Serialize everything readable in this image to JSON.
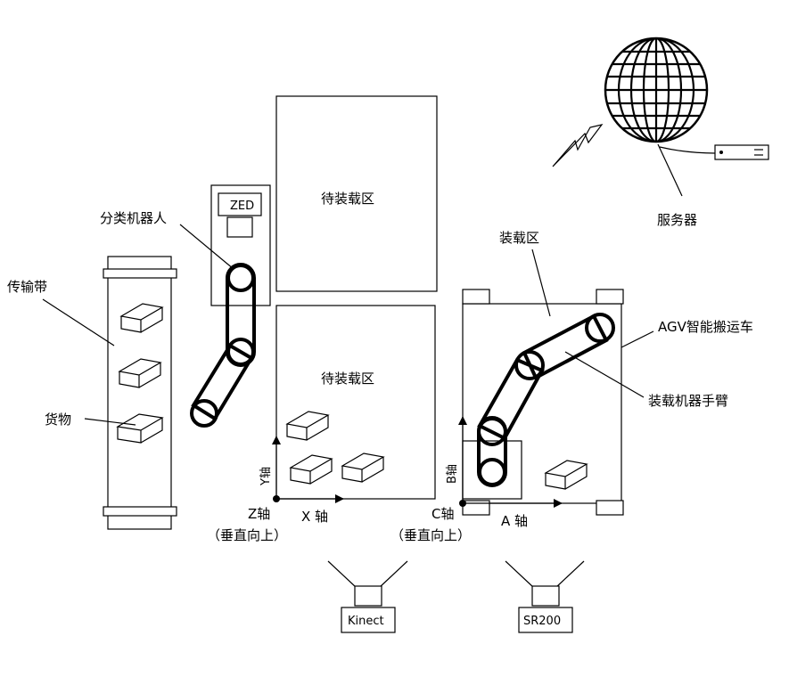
{
  "labels": {
    "server": "服务器",
    "waiting_zone_top": "待装载区",
    "waiting_zone_bottom": "待装载区",
    "loading_zone": "装载区",
    "sorting_robot": "分类机器人",
    "conveyor": "传输带",
    "goods": "货物",
    "agv": "AGV智能搬运车",
    "loading_arm": "装载机器手臂",
    "zed": "ZED",
    "kinect": "Kinect",
    "sr200": "SR200",
    "y_axis": "Y轴",
    "x_axis": "X 轴",
    "z_axis": "Z轴",
    "z_note": "（垂直向上）",
    "b_axis": "B轴",
    "a_axis": "A 轴",
    "c_axis": "C轴",
    "c_note": "（垂直向上）"
  }
}
